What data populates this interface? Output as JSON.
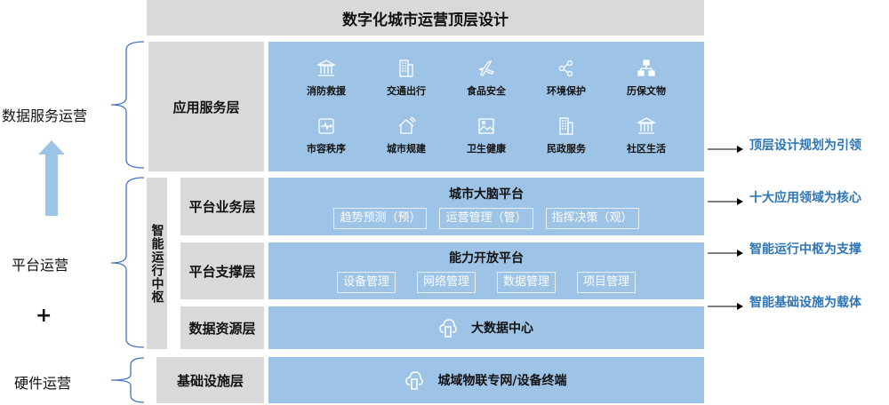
{
  "title": "数字化城市运营顶层设计",
  "left_labels": {
    "data_service": "数据服务运营",
    "platform": "平台运营",
    "plus": "+",
    "hardware": "硬件运营"
  },
  "hub_label": "智能运行中枢",
  "layers": {
    "application": {
      "label": "应用服务层",
      "items": [
        {
          "label": "消防救援",
          "icon": "bank-icon"
        },
        {
          "label": "交通出行",
          "icon": "building-icon"
        },
        {
          "label": "食品安全",
          "icon": "airplane-icon"
        },
        {
          "label": "环境保护",
          "icon": "share-icon"
        },
        {
          "label": "历保文物",
          "icon": "org-chart-icon"
        },
        {
          "label": "市容秩序",
          "icon": "monitor-pulse-icon"
        },
        {
          "label": "城市规建",
          "icon": "house-signal-icon"
        },
        {
          "label": "卫生健康",
          "icon": "image-icon"
        },
        {
          "label": "民政服务",
          "icon": "building-icon"
        },
        {
          "label": "社区生活",
          "icon": "bank-icon"
        }
      ]
    },
    "business": {
      "label": "平台业务层",
      "title": "城市大脑平台",
      "chips": [
        "趋势预测（预）",
        "运营管理（管）",
        "指挥决策（观）"
      ]
    },
    "support": {
      "label": "平台支撑层",
      "title": "能力开放平台",
      "chips": [
        "设备管理",
        "网络管理",
        "数据管理",
        "项目管理"
      ]
    },
    "data": {
      "label": "数据资源层",
      "title": "大数据中心"
    },
    "infra": {
      "label": "基础设施层",
      "title": "城域物联专网/设备终端"
    }
  },
  "right_notes": [
    "顶层设计规划为引领",
    "十大应用领域为核心",
    "智能运行中枢为支撑",
    "智能基础设施为载体"
  ],
  "colors": {
    "layer_blue": "#9dc3e6",
    "label_gray": "#d9d9d9",
    "note_blue": "#2e75b6",
    "brace_blue": "#4472c4"
  }
}
